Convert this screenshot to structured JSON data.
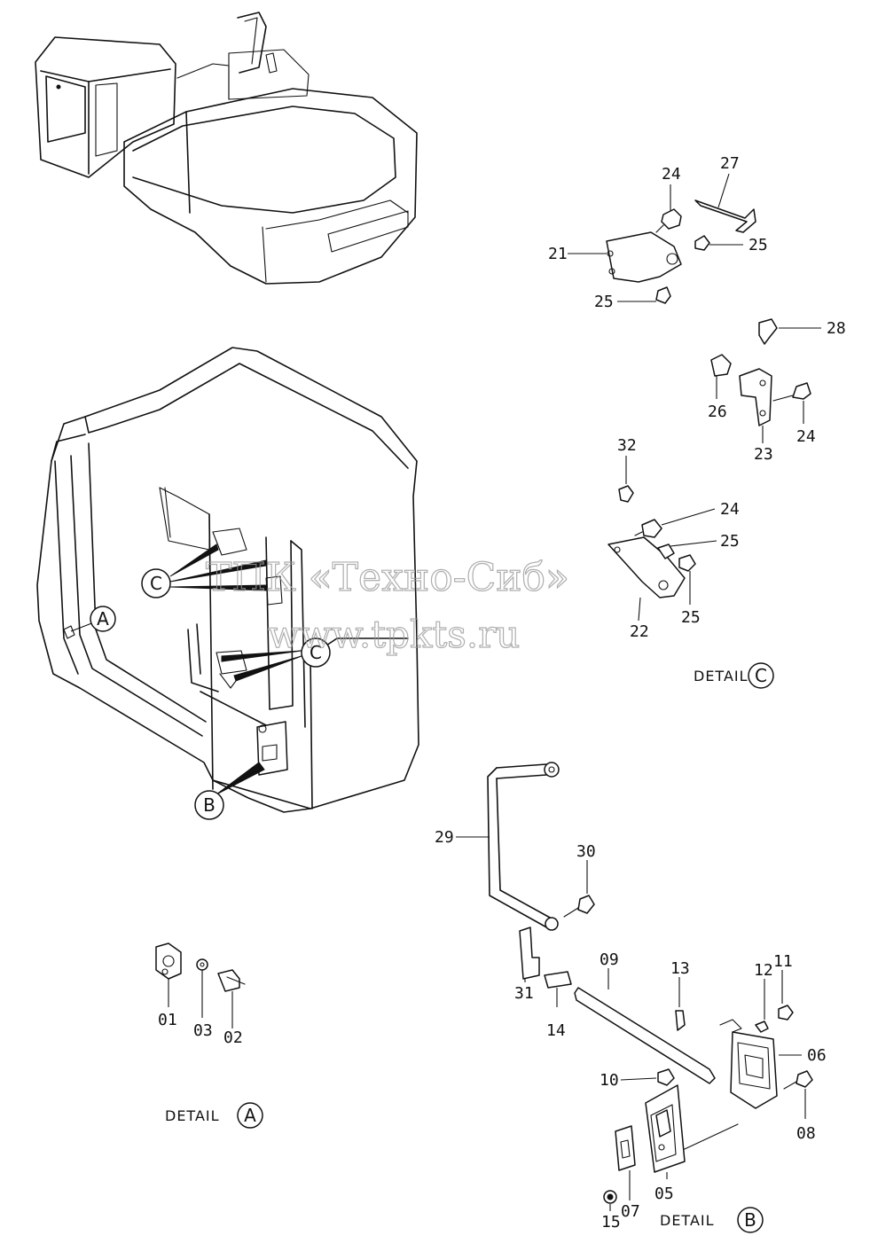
{
  "watermark": {
    "line1": "ТПК «Техно-Сиб»",
    "line2": "www.tpkts.ru"
  },
  "callouts": {
    "A": "A",
    "B": "B",
    "C": "C"
  },
  "details": {
    "A": {
      "word": "DETAIL",
      "letter": "A"
    },
    "B": {
      "word": "DETAIL",
      "letter": "B"
    },
    "C": {
      "word": "DETAIL",
      "letter": "C"
    }
  },
  "part_numbers": {
    "p01": "01",
    "p02": "02",
    "p03": "03",
    "p05": "05",
    "p06": "06",
    "p07": "07",
    "p08": "08",
    "p09": "09",
    "p10": "10",
    "p11": "11",
    "p12": "12",
    "p13": "13",
    "p14": "14",
    "p15": "15",
    "p21": "21",
    "p22": "22",
    "p23": "23",
    "p24a": "24",
    "p24b": "24",
    "p24c": "24",
    "p25a": "25",
    "p25b": "25",
    "p25c": "25",
    "p25d": "25",
    "p26": "26",
    "p27": "27",
    "p28": "28",
    "p29": "29",
    "p30": "30",
    "p31": "31",
    "p32": "32"
  }
}
